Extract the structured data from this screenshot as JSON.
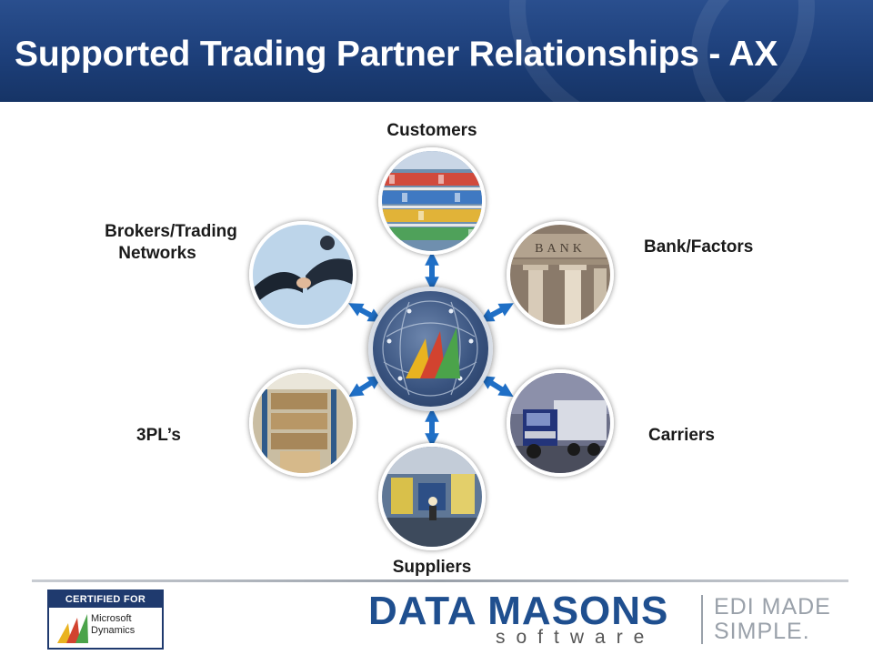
{
  "slide": {
    "title": "Supported Trading Partner Relationships - AX"
  },
  "diagram": {
    "center": {
      "icon": "microsoft-dynamics-ax-logo-icon"
    },
    "nodes": {
      "customers": {
        "label": "Customers",
        "icon": "grocery-store-shelves-photo"
      },
      "bank": {
        "label": "Bank/Factors",
        "icon": "bank-building-photo"
      },
      "carriers": {
        "label": "Carriers",
        "icon": "semi-truck-photo"
      },
      "suppliers": {
        "label": "Suppliers",
        "icon": "factory-floor-photo"
      },
      "threepl": {
        "label": "3PL’s",
        "icon": "warehouse-photo"
      },
      "brokers": {
        "label_line1": "Brokers/Trading",
        "label_line2": "Networks",
        "icon": "handshake-photo"
      }
    },
    "colors": {
      "arrow": "#1f6fc6",
      "header": "#1d3f7a"
    }
  },
  "footer": {
    "cert": {
      "top": "CERTIFIED FOR",
      "line1": "Microsoft",
      "line2": "Dynamics"
    },
    "logo": {
      "name": "DATA MASONS",
      "sub": "software",
      "tag_line1": "EDI MADE",
      "tag_line2": "SIMPLE."
    }
  }
}
